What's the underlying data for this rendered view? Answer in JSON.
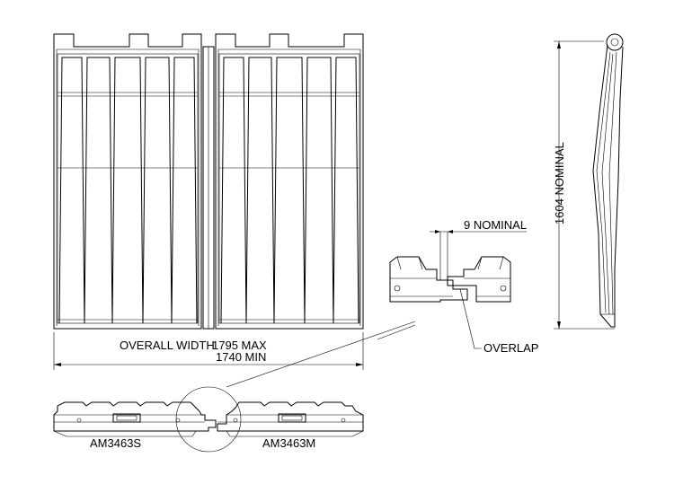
{
  "labels": {
    "overall_width": "OVERALL WIDTH",
    "width_max": "1795 MAX",
    "width_min": "1740 MIN",
    "overlap_dim": "9 NOMINAL",
    "overlap": "OVERLAP",
    "height": "1604 NOMINAL",
    "part_left": "AM3463S",
    "part_right": "AM3463M"
  },
  "colors": {
    "line": "#000000",
    "background": "#ffffff"
  }
}
